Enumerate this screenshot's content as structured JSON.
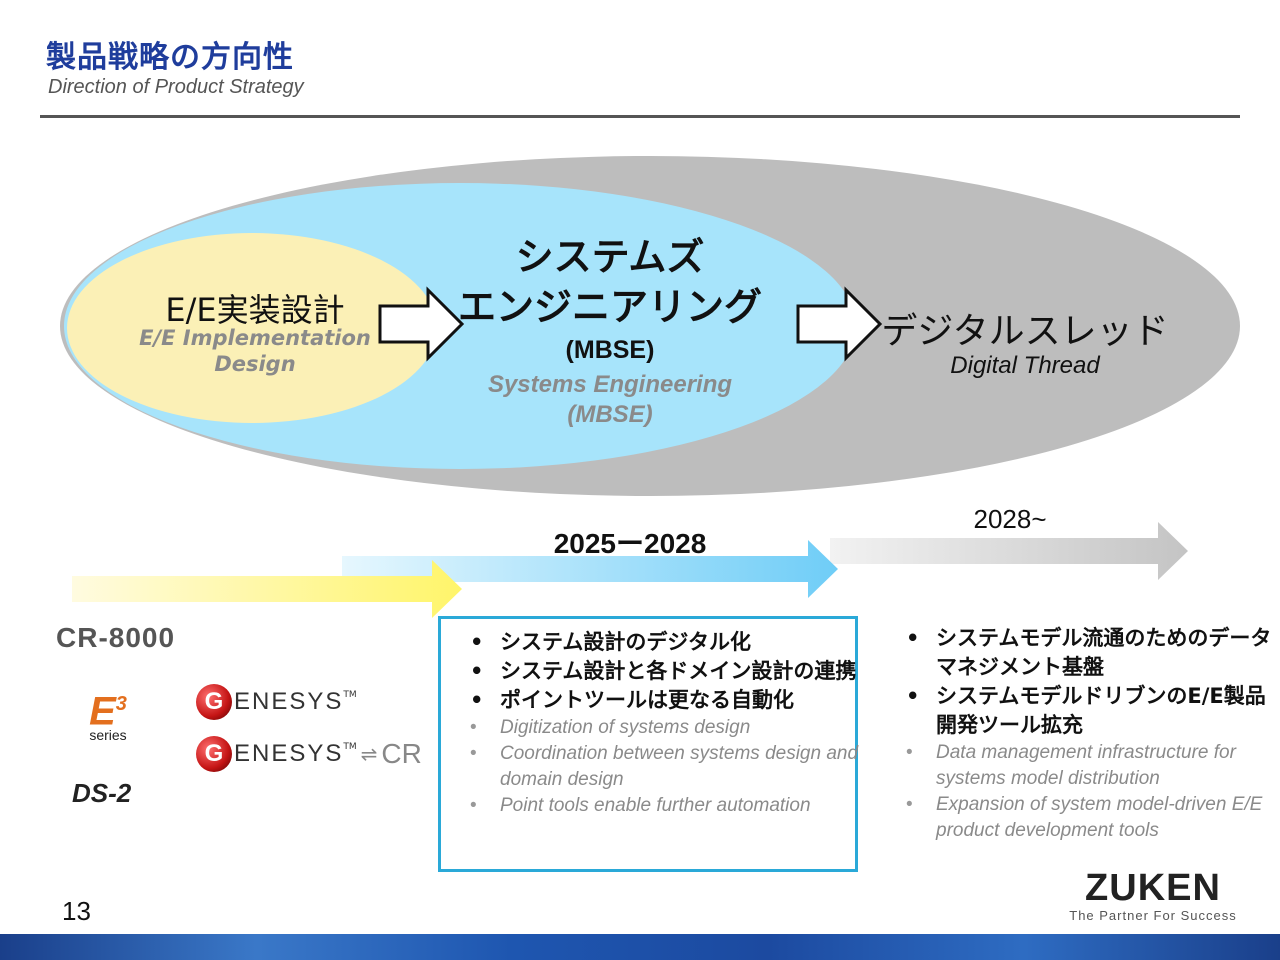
{
  "header": {
    "title": "製品戦略の方向性",
    "subtitle": "Direction of Product Strategy"
  },
  "stages": {
    "ee": {
      "ja": "E/E実装設計",
      "en_line1": "E/E Implementation",
      "en_line2": "Design"
    },
    "mbse": {
      "ja_line1": "システムズ",
      "ja_line2": "エンジニアリング",
      "abbr": "(MBSE)",
      "en_line1": "Systems Engineering",
      "en_line2": "(MBSE)"
    },
    "digital_thread": {
      "ja": "デジタルスレッド",
      "en": "Digital Thread"
    }
  },
  "timeline": {
    "period1": "2025ー2028",
    "period2": "2028~"
  },
  "products": {
    "cr8000": "CR-8000",
    "e3_mark": "E",
    "e3_sup": "3",
    "e3_series": "series",
    "genesys_g": "G",
    "genesys_word": "ENESYS",
    "genesys_tm": "TM",
    "genesys_cr": "CR",
    "genesys_link": "⇌",
    "ds2": "DS-2"
  },
  "phase1_bullets": {
    "ja": [
      "システム設計のデジタル化",
      "システム設計と各ドメイン設計の連携",
      "ポイントツールは更なる自動化"
    ],
    "en": [
      "Digitization of systems design",
      "Coordination between systems design and domain design",
      "Point tools enable further automation"
    ]
  },
  "phase2_bullets": {
    "ja": [
      "システムモデル流通のためのデータマネジメント基盤",
      "システムモデルドリブンのE/E製品開発ツール拡充"
    ],
    "en": [
      "Data management infrastructure for systems model distribution",
      "Expansion of system model-driven E/E product development tools"
    ]
  },
  "footer": {
    "page_number": "13",
    "company": "ZUKEN",
    "tagline": "The Partner For Success"
  },
  "colors": {
    "title_blue": "#1f3d9c",
    "outer_ellipse": "#bdbdbd",
    "mbse_ellipse": "#a7e4fb",
    "ee_ellipse": "#fbf0b6",
    "box_border": "#2aa9d8"
  }
}
